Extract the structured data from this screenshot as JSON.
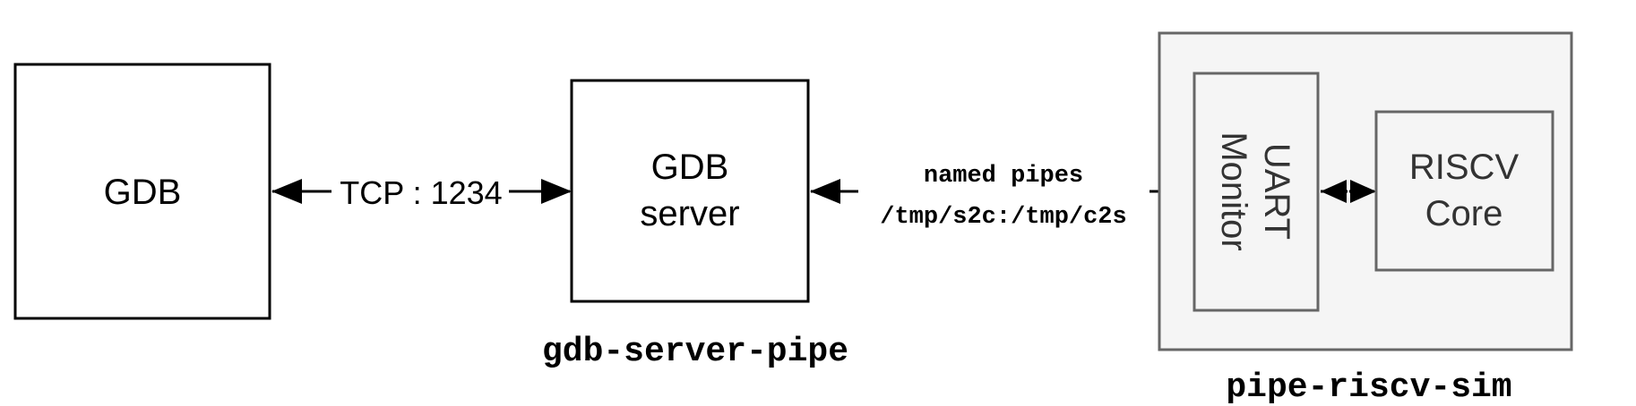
{
  "nodes": {
    "gdb": {
      "label": "GDB"
    },
    "gdb_server": {
      "line1": "GDB",
      "line2": "server",
      "caption": "gdb-server-pipe"
    },
    "sim": {
      "caption": "pipe-riscv-sim"
    },
    "uart_monitor": {
      "line1": "UART",
      "line2": "Monitor"
    },
    "riscv_core": {
      "line1": "RISCV",
      "line2": "Core"
    }
  },
  "edges": {
    "tcp": {
      "label": "TCP : 1234"
    },
    "pipes": {
      "line1": "named pipes",
      "line2": "/tmp/s2c:/tmp/c2s"
    }
  },
  "colors": {
    "stroke_dark": "#000000",
    "stroke_gray": "#666666",
    "sim_fill": "#f5f5f5",
    "text_gray": "#333333"
  }
}
